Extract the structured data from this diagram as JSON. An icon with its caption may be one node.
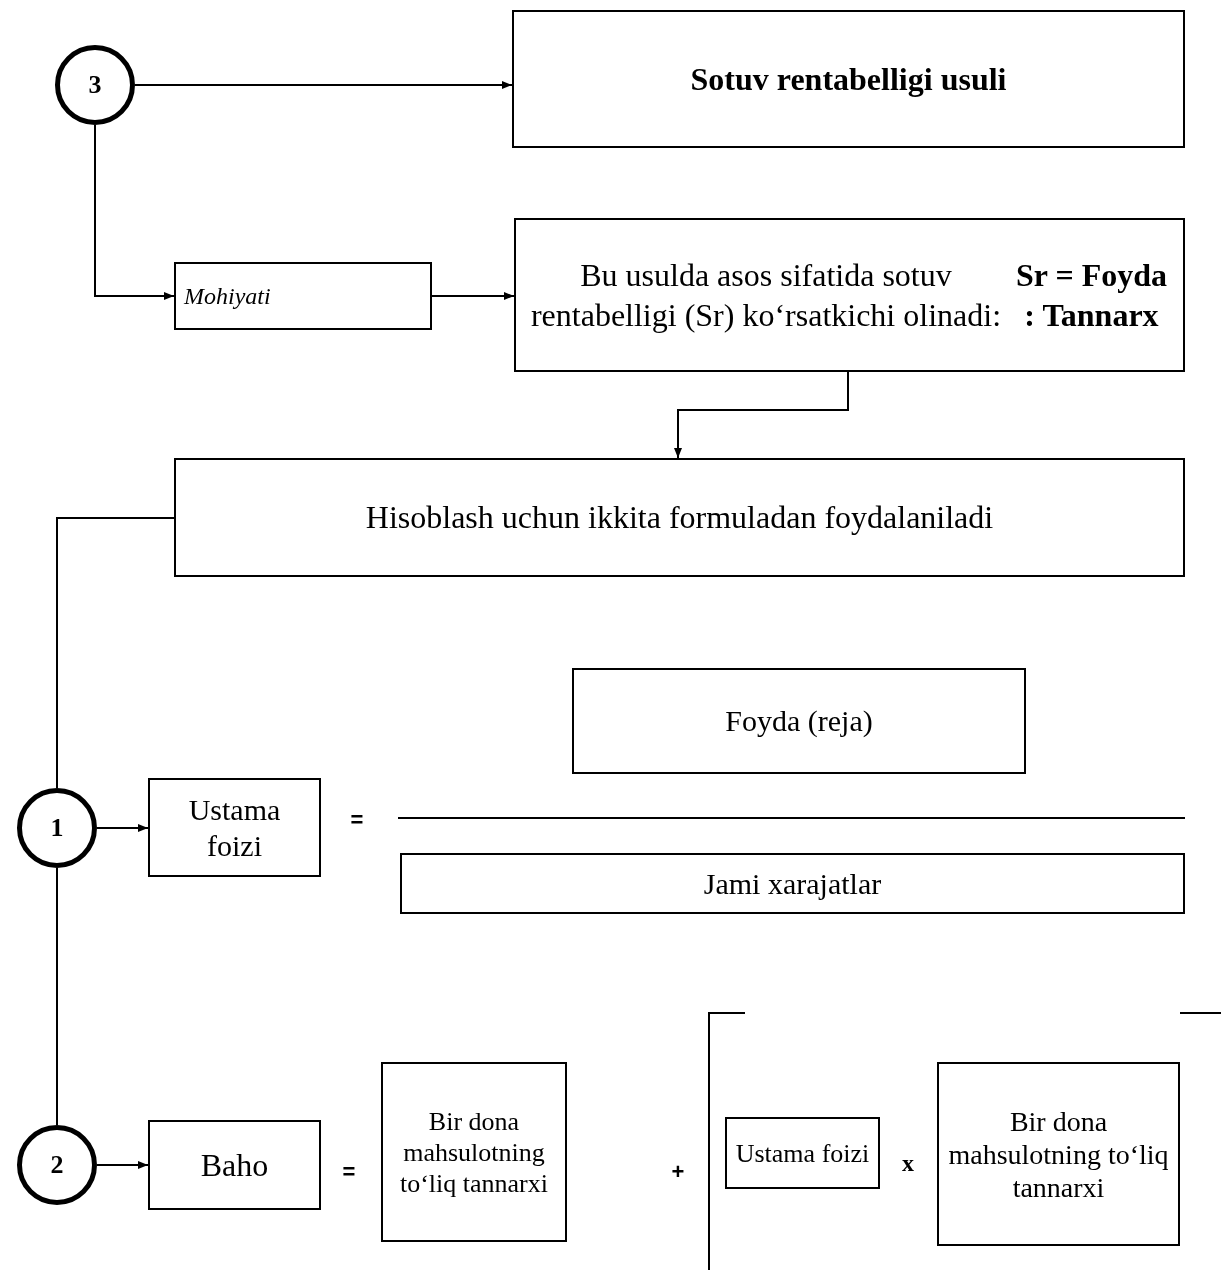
{
  "diagram": {
    "nodes": [
      {
        "text": [
          "3"
        ]
      },
      {
        "text": [
          "Sotuv rentabelligi usuli"
        ]
      },
      {
        "text": [
          "Mohiyati"
        ]
      },
      {
        "text": [
          "Bu usulda asos sifatida sotuv rentabelligi (Sr) ko‘rsatkichi olinadi: **Sr = Foyda : Tannarx**"
        ]
      },
      {
        "text": [
          "Hisoblash uchun ikkita formuladan foydalaniladi"
        ]
      },
      {
        "text": [
          "1"
        ]
      },
      {
        "text": [
          "Ustama foizi"
        ]
      },
      {
        "text": [
          "Foyda (reja)"
        ]
      },
      {
        "text": [
          "Jami xarajatlar"
        ]
      },
      {
        "text": [
          "2"
        ]
      },
      {
        "text": [
          "Baho"
        ]
      },
      {
        "text": [
          "Bir dona mahsulotning to‘liq tannarxi"
        ]
      },
      {
        "text": [
          "Ustama foizi"
        ]
      },
      {
        "text": [
          "Bir dona mahsulotning to‘liq tannarxi"
        ]
      }
    ],
    "edges": [
      {
        "from": 0,
        "to": 1,
        "arrow": "to"
      },
      {
        "from": 0,
        "to": 2,
        "arrow": "to"
      },
      {
        "from": 2,
        "to": 3,
        "arrow": "to"
      },
      {
        "from": 3,
        "to": 4,
        "arrow": "to"
      },
      {
        "from": 4,
        "to": 5,
        "arrow": "none"
      },
      {
        "from": 5,
        "to": 9,
        "arrow": "none"
      },
      {
        "from": 5,
        "to": 6,
        "arrow": "to"
      },
      {
        "from": 9,
        "to": 10,
        "arrow": "to"
      }
    ],
    "labels": [
      "=",
      "=",
      "+",
      "x"
    ]
  }
}
